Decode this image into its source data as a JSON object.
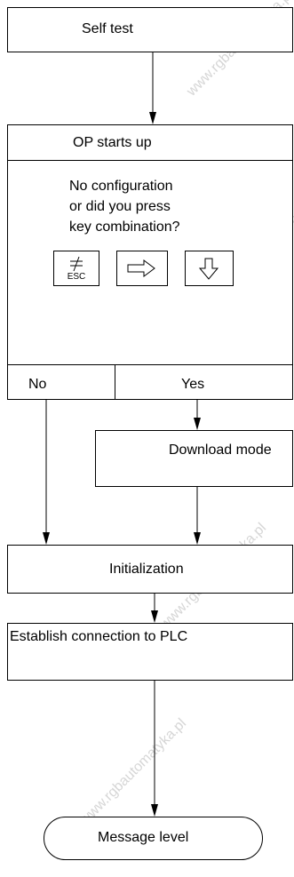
{
  "flow": {
    "self_test": "Self test",
    "op_starts_up": "OP starts up",
    "question_line1": "No configuration",
    "question_line2": "or did you press",
    "question_line3": "key combination?",
    "esc_key": "ESC",
    "branch_no": "No",
    "branch_yes": "Yes",
    "download_mode": "Download mode",
    "initialization": "Initialization",
    "establish_connection": "Establish connection to PLC",
    "message_level": "Message level"
  },
  "icons": {
    "esc": "esc-key-icon",
    "right_arrow": "right-arrow-key-icon",
    "down_arrow": "down-arrow-key-icon"
  },
  "watermark": "www.rgbautomatyka.pl"
}
